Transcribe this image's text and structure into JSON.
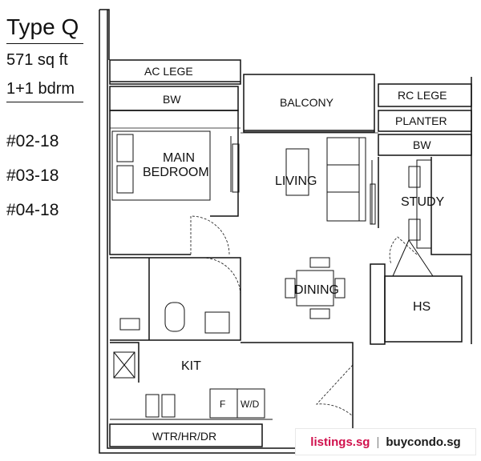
{
  "header": {
    "type_title": "Type Q",
    "area": "571 sq ft",
    "bedrooms": "1+1 bdrm"
  },
  "units": [
    "#02-18",
    "#03-18",
    "#04-18"
  ],
  "rooms": {
    "ac_ledge": "AC LEGE",
    "bw_left": "BW",
    "balcony": "BALCONY",
    "rc_ledge": "RC LEGE",
    "planter": "PLANTER",
    "bw_right": "BW",
    "main_bedroom_line1": "MAIN",
    "main_bedroom_line2": "BEDROOM",
    "living": "LIVING",
    "study": "STUDY",
    "dining": "DINING",
    "hs": "HS",
    "kitchen": "KIT",
    "fridge": "F",
    "washer_dryer": "W/D",
    "wtr_hr_dr": "WTR/HR/DR"
  },
  "footer": {
    "brand_a": "listings.sg",
    "separator": "|",
    "brand_b": "buycondo.sg"
  },
  "colors": {
    "brand_a": "#d0104c",
    "brand_b": "#1a1a1a",
    "wall": "#111111"
  }
}
